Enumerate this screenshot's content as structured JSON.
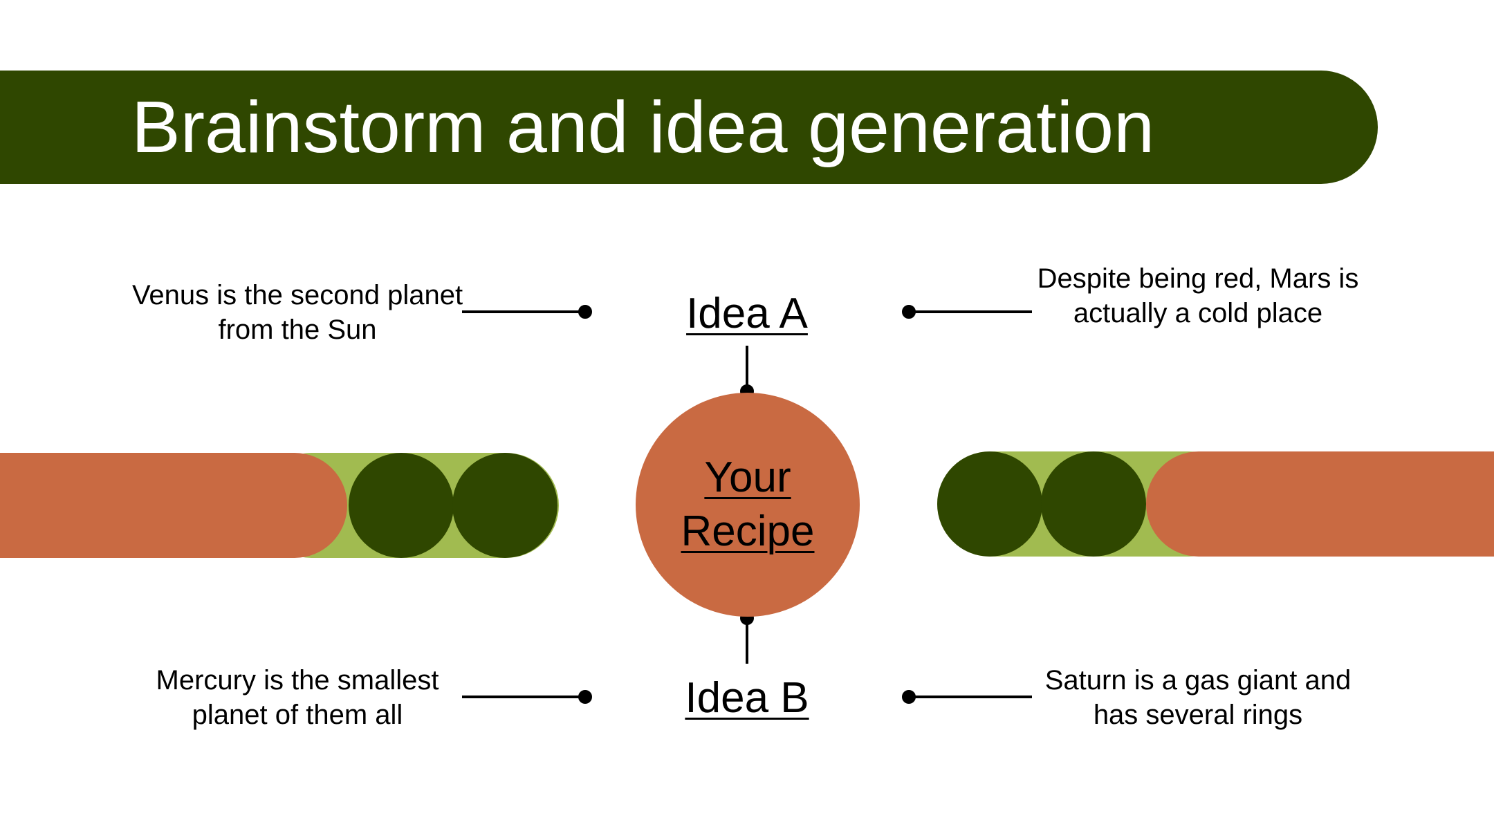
{
  "title": "Brainstorm and idea generation",
  "center": {
    "label": "Your\nRecipe"
  },
  "ideas": {
    "a": {
      "label": "Idea A"
    },
    "b": {
      "label": "Idea B"
    }
  },
  "descriptions": {
    "top_left": "Venus is the second planet from the Sun",
    "top_right": "Despite being red, Mars is actually a cold place",
    "bottom_left": "Mercury is the smallest planet of them all",
    "bottom_right": "Saturn is a gas giant and has several rings"
  },
  "colors": {
    "dark_green": "#2f4700",
    "light_green": "#a1bb50",
    "orange": "#c96a42",
    "line": "#000000",
    "title_text": "#ffffff"
  }
}
